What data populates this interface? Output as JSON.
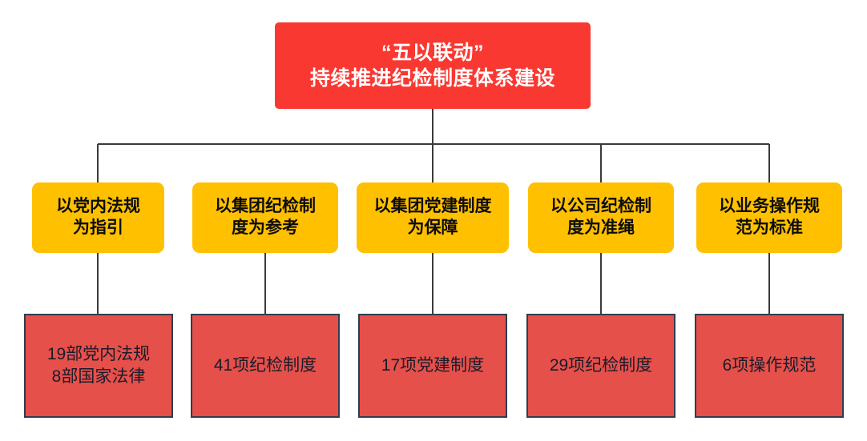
{
  "diagram": {
    "type": "organizational-hierarchy",
    "colors": {
      "root_fill": "#FA3832",
      "root_text": "#FFFFFF",
      "pillar_fill": "#FFC000",
      "pillar_text": "#0D0D0D",
      "count_fill": "#E5504A",
      "count_border": "#2E3D4F",
      "count_text": "#1B1B2B",
      "connector": "#3A3A3A",
      "background": "#FFFFFF"
    },
    "root": {
      "line1": "“五以联动”",
      "line2": "持续推进纪检制度体系建设"
    },
    "branches": [
      {
        "pillar": {
          "line1": "以党内法规",
          "line2": "为指引"
        },
        "count": {
          "line1": "19部党内法规",
          "line2": "8部国家法律"
        }
      },
      {
        "pillar": {
          "line1": "以集团纪检制",
          "line2": "度为参考"
        },
        "count": {
          "line1": "41项纪检制度",
          "line2": ""
        }
      },
      {
        "pillar": {
          "line1": "以集团党建制度",
          "line2": "为保障"
        },
        "count": {
          "line1": "17项党建制度",
          "line2": ""
        }
      },
      {
        "pillar": {
          "line1": "以公司纪检制",
          "line2": "度为准绳"
        },
        "count": {
          "line1": "29项纪检制度",
          "line2": ""
        }
      },
      {
        "pillar": {
          "line1": "以业务操作规",
          "line2": "范为标准"
        },
        "count": {
          "line1": "6项操作规范",
          "line2": ""
        }
      }
    ]
  }
}
